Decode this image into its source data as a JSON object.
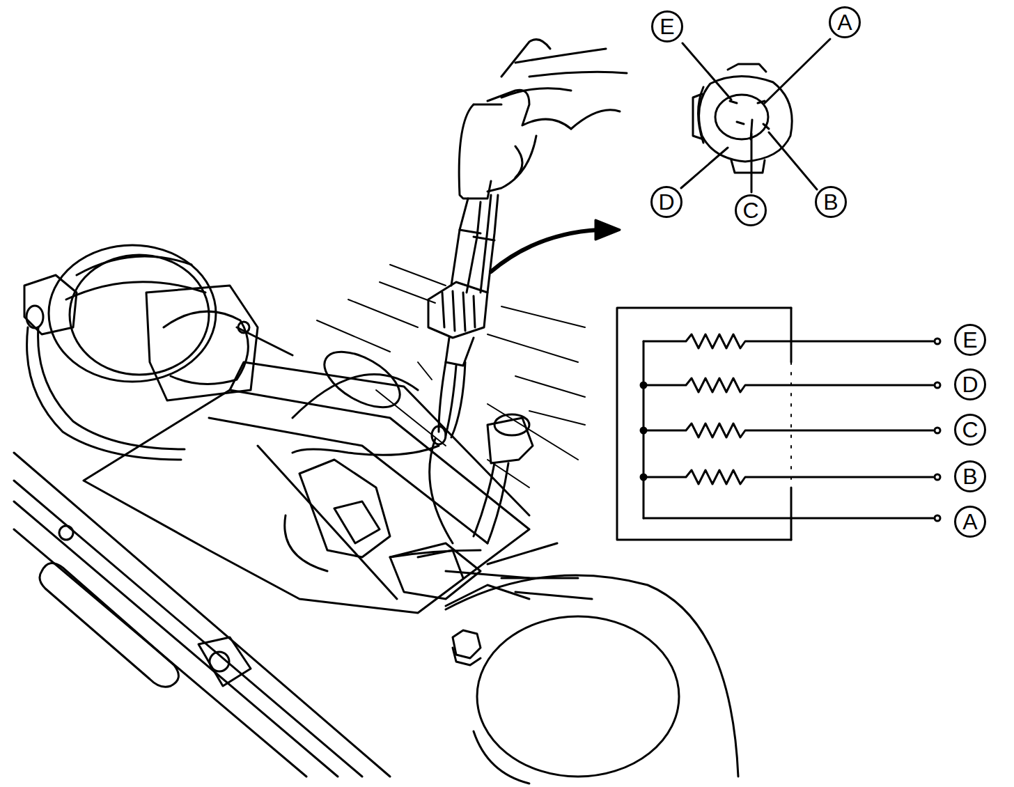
{
  "diagram": {
    "nodes": [
      {
        "text": [
          "E"
        ]
      },
      {
        "text": [
          "A"
        ]
      },
      {
        "text": [
          "D"
        ]
      },
      {
        "text": [
          "C"
        ]
      },
      {
        "text": [
          "B"
        ]
      },
      {
        "text": [
          "E"
        ]
      },
      {
        "text": [
          "D"
        ]
      },
      {
        "text": [
          "C"
        ]
      },
      {
        "text": [
          "B"
        ]
      },
      {
        "text": [
          "A"
        ]
      }
    ]
  }
}
